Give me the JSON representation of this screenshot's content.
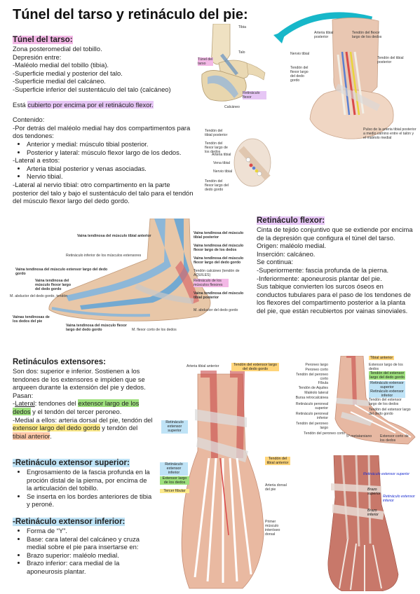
{
  "title": "Túnel del tarso y retináculo del pie:",
  "tunel": {
    "heading": "Túnel del tarso:",
    "lines": [
      "Zona posteromedial del tobillo.",
      "Depresión entre:",
      "-Maléolo medial del tobillo (tibia).",
      "-Superficie medial y posterior del talo.",
      "-Superficie medial del calcáneo.",
      "-Superficie inferior del sustentáculo del talo (calcáneo)"
    ],
    "esta_prefix": "Está ",
    "esta_highlight": "cubierto por encima por el retináculo flexor.",
    "contenido_title": "Contenido:",
    "contenido_intro": "-Por detrás del maléolo medial hay dos compartimentos para dos tendones:",
    "bullets1": [
      "Anterior y medial: músculo tibial posterior.",
      "Posterior y lateral: músculo flexor largo de los dedos."
    ],
    "lateral_title": "-Lateral a estos:",
    "bullets2": [
      "Arteria tibial posterior y venas asociadas.",
      "Nervio tibial."
    ],
    "closing": "-Lateral al nervio tibial: otro compartimento en la parte posterior del talo y bajo el sustentáculo del talo para el tendón del músculo flexor largo del dedo gordo."
  },
  "retinaculo_flexor": {
    "heading": "Retináculo flexor:",
    "lines": [
      "Cinta de tejido conjuntivo que se extiende por encima de la depresión que configura el túnel del tarso.",
      "Origen: maléolo medial.",
      "Inserción: calcáneo.",
      "Se continua:",
      "-Superiormente: fascia profunda de la pierna.",
      "-Inferiormente: aponeurosis plantar del pie.",
      "Sus tabique convierten los surcos óseos en conductos tubulares para el paso de los tendones de los flexores del compartimento posterior a la planta del pie, que están recubiertos por vainas sinoviales."
    ]
  },
  "extensores": {
    "heading": "Retináculos extensores:",
    "intro": "Son dos: superior e inferior. Sostienen a los tendones de los extensores e impiden que se arqueen durante la extensión del pie y dedos.",
    "pasan": "Pasan:",
    "lateral_prefix": "-",
    "lateral_word": "Lateral",
    "lateral_mid": ": tendones del ",
    "lateral_hl": "extensor largo de los dedos",
    "lateral_rest": " y el tendón del tercer peroneo.",
    "medial_prefix": "-Medial a ellos: arteria dorsal del pie, tendón del ",
    "medial_hl": "extensor largo del dedo gordo",
    "medial_mid": " y tendón del ",
    "medial_hl2": "tibial anterior",
    "medial_end": "."
  },
  "superior": {
    "heading": "-Retináculo extensor superior:",
    "bullets": [
      "Engrosamiento de la fascia profunda en la proción distal de la pierna, por encima de la articulación del tobillo.",
      "Se inserta en los bordes anteriores de tibia y peroné."
    ]
  },
  "inferior": {
    "heading": "-Retináculo extensor inferior:",
    "bullets": [
      "Forma de “Y”.",
      "Base: cara lateral del calcáneo y cruza medial sobre el pie para insertarse en:",
      "Brazo superior: maléolo medial.",
      "Brazo inferior: cara medial de la aponeurosis plantar."
    ]
  },
  "fig1": {
    "tibia": "Tibia",
    "talo": "Talo",
    "retinaculo": "Retináculo flexor",
    "calcaneo": "Calcáneo",
    "tunel": "Túnel del tarso"
  },
  "fig2": {
    "arteria": "Arteria tibial posterior",
    "tendon_flexor": "Tendón del flexor largo de los dedos",
    "nervio": "Nervio tibial",
    "tendon_tibial": "Tendón del tibial posterior",
    "tendon_dedo": "Tendón del flexor largo del dedo gordo",
    "pulso": "Pulso de la arteria tibial posterior a medio camino entre el talón y el maléolo medial"
  },
  "fig3": {
    "l1": "Tendón del tibial posterior",
    "l2": "Tendón del flexor largo de los dedos",
    "l3": "Arteria tibial",
    "l4": "Vena tibial",
    "l5": "Nervio tibial",
    "l6": "Tendón del flexor largo del dedo gordo"
  },
  "fig4": {
    "l1": "Vaina tendinosa del músculo tibial anterior",
    "l2": "Retináculo inferior de los músculos extensores",
    "l3": "Vaina tendinosa del músculo extensor largo del dedo gordo",
    "l4": "Vaina tendinosa del músculo flexor largo del dedo gordo",
    "l5": "M. abductor del dedo gordo, tendón",
    "l6": "Vainas tendinosas de los dedos del pie",
    "l7": "Vaina tendinosa del músculo flexor largo del dedo gordo",
    "l8": "M. flexor corto de los dedos",
    "r1": "Vaina tendinosa del músculo tibial posterior",
    "r2": "Vaina tendinosa del músculo flexor largo de los dedos",
    "r3": "Vaina tendinosa del músculo flexor largo del dedo gordo",
    "r4": "Tendón calcáneo (tendón de AQUILES)",
    "r5": "Retináculo de los músculos flexores",
    "r6": "Vaina tendinosa del músculo tibial posterior",
    "r7": "M. abductor del dedo gordo"
  },
  "fig5": {
    "arteria_tibial": "Arteria tibial anterior",
    "tendon_ext": "Tendón del extensor largo del dedo gordo",
    "ret_sup": "Retináculo extensor superior",
    "ret_inf": "Retináculo extensor inferior",
    "ext_largo": "Extensor largo de los dedos",
    "tercer": "Tercer fibular",
    "tendon_tibial": "Tendón del tibial anterior",
    "arteria_dorsal": "Arteria dorsal del pie",
    "primer": "Primer músculo interóseo dorsal"
  },
  "fig6": {
    "tibial_anterior": "Tibial anterior",
    "ext_largo_dedos": "Extensor largo de los dedos",
    "tendon_ext_dedo": "Tendón del extensor largo del dedo gordo",
    "ret_sup": "Retináculo extensor superior",
    "ret_inf": "Retináculo extensor inferior",
    "tendon_ext_largo": "Tendón del extensor largo de los dedos",
    "tendon_ext_dedo2": "Tendón del extensor largo del dedo gordo",
    "peroneo_largo": "Peroneo largo",
    "peroneo_corto": "Peroneo corto",
    "tendon_peroneo_corto": "Tendón del peroneo corto",
    "fibula": "Fíbula",
    "aquiles": "Tendón de Aquiles",
    "maleolo": "Maléolo lateral",
    "bursa": "Bursa retrocalcánea",
    "ret_peroneo_sup": "Retináculo peroneal superior",
    "ret_peroneo_inf": "Retináculo peroneal inferior",
    "tendon_peroneo_largo": "Tendón del peroneo largo",
    "tendon_peroneo_corto2": "Tendón del peroneo corto",
    "metatarsiano": "5º metatarsiano",
    "ext_corto": "Extensor corto de los dedos"
  },
  "fig7": {
    "ret_sup": "Retináculo extensor superior",
    "ret_inf": "Retináculo extensor inferior",
    "brazo_sup": "Brazo superior",
    "brazo_inf": "Brazo inferior"
  }
}
